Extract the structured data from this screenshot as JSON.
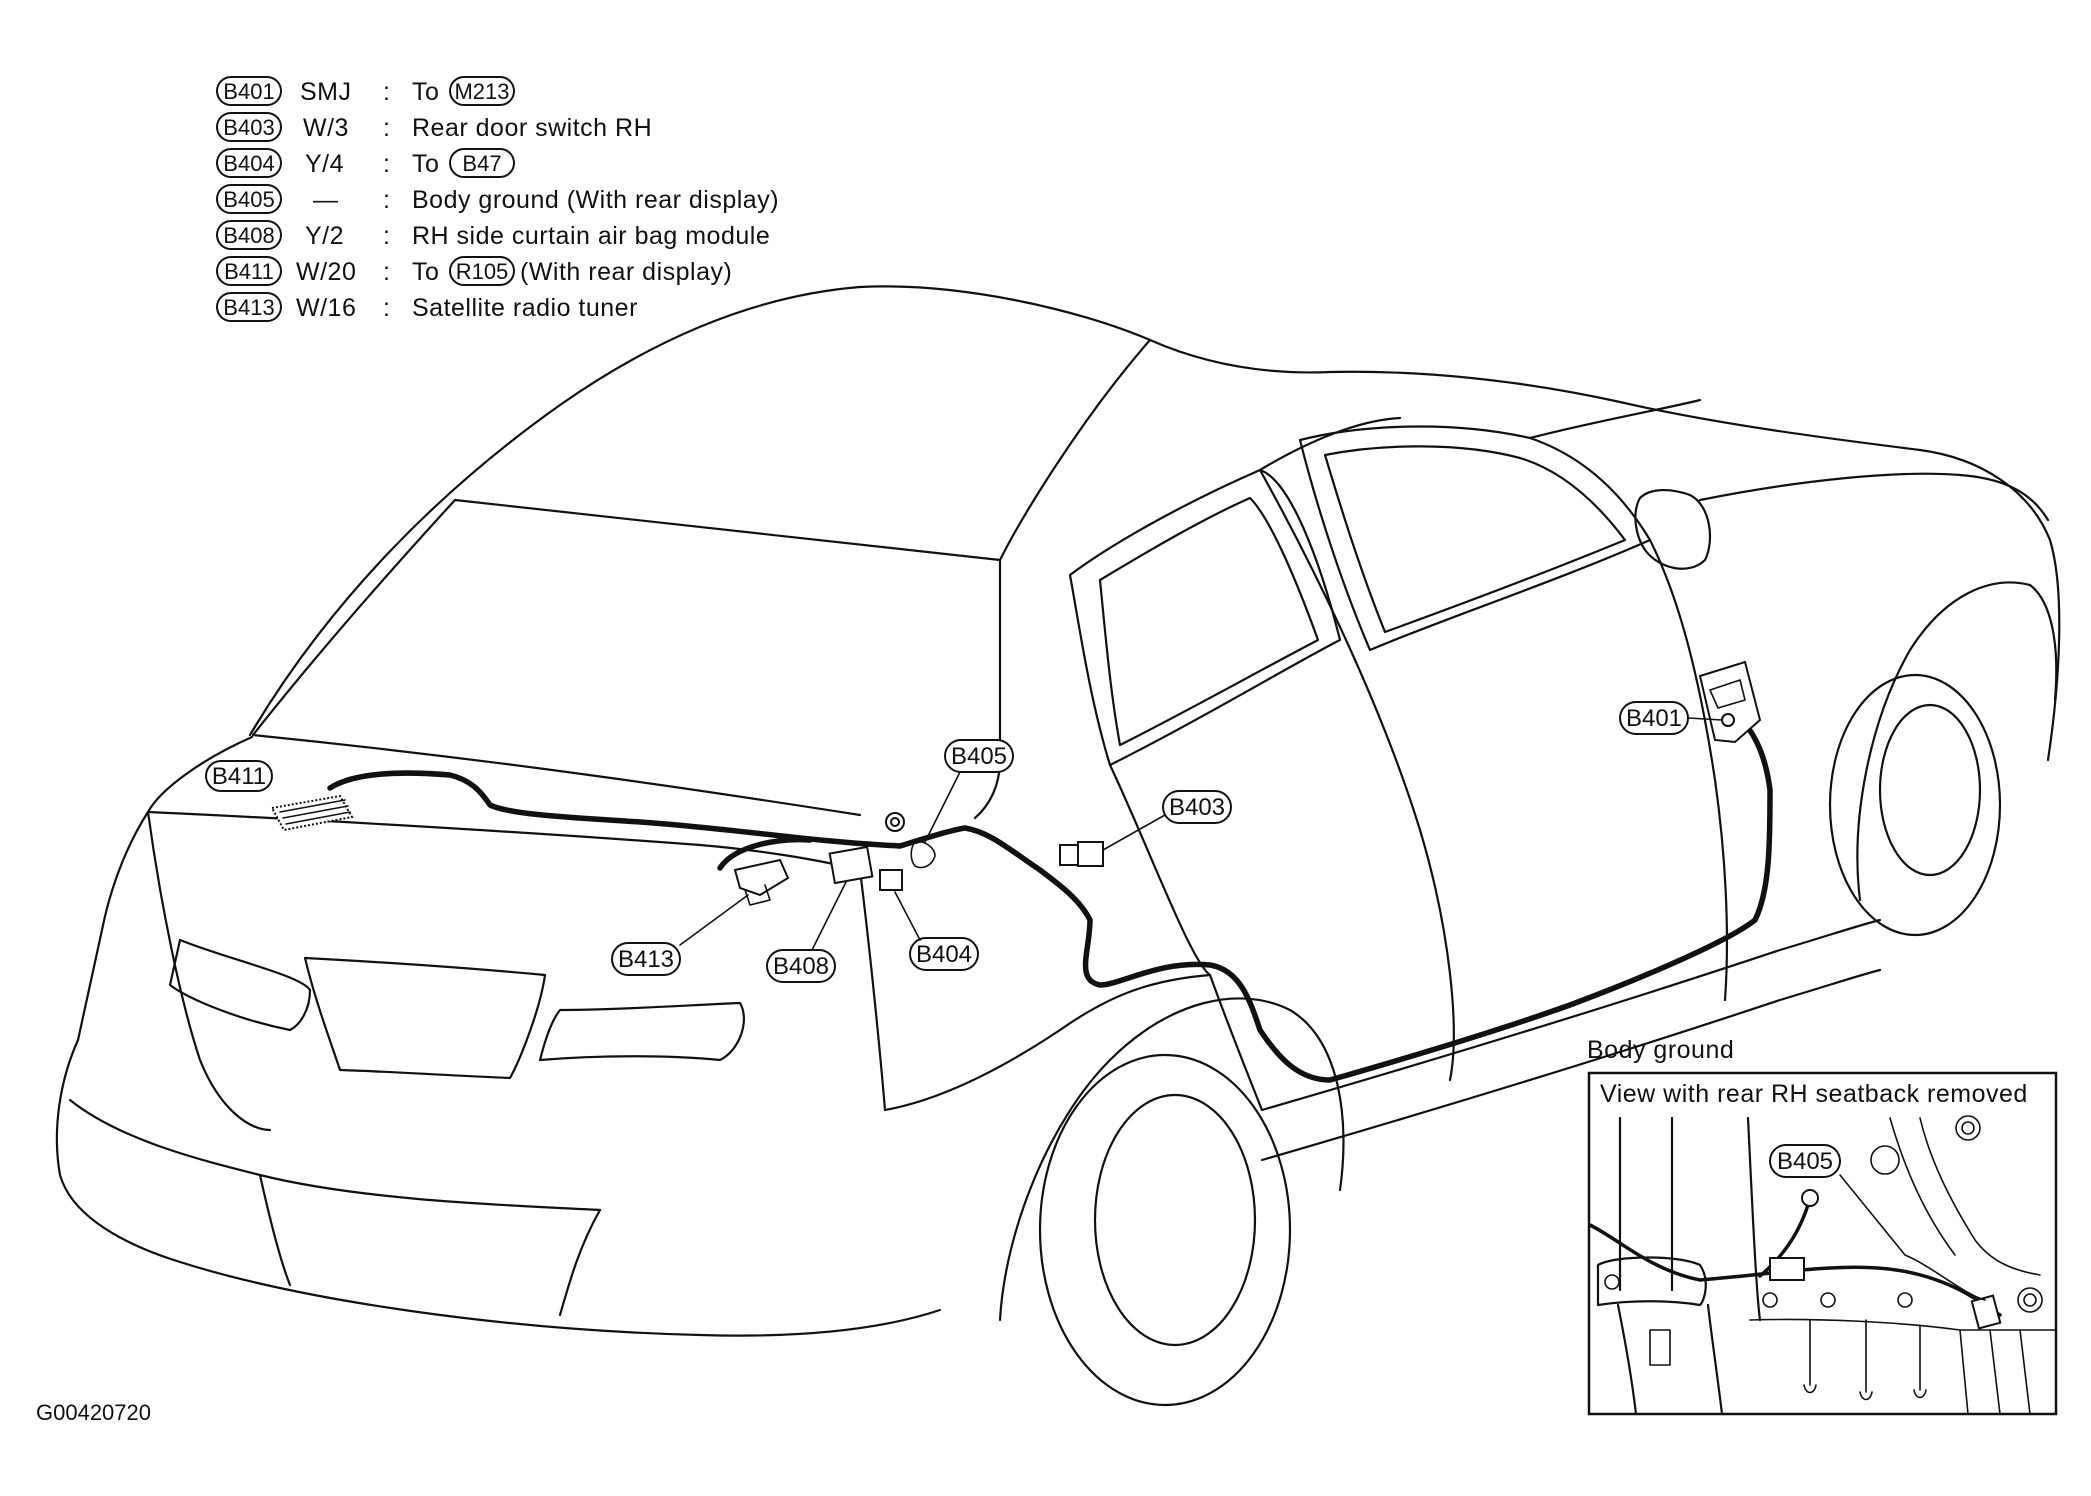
{
  "legend": {
    "rows": [
      {
        "code": "B401",
        "spec": "SMJ",
        "colon": ":",
        "desc": "To",
        "ref": "M213",
        "suffix": ""
      },
      {
        "code": "B403",
        "spec": "W/3",
        "colon": ":",
        "desc": "Rear door switch RH",
        "ref": "",
        "suffix": ""
      },
      {
        "code": "B404",
        "spec": "Y/4",
        "colon": ":",
        "desc": "To",
        "ref": "B47",
        "suffix": ""
      },
      {
        "code": "B405",
        "spec": "—",
        "colon": ":",
        "desc": "Body ground (With rear display)",
        "ref": "",
        "suffix": ""
      },
      {
        "code": "B408",
        "spec": "Y/2",
        "colon": ":",
        "desc": "RH side curtain air bag module",
        "ref": "",
        "suffix": ""
      },
      {
        "code": "B411",
        "spec": "W/20",
        "colon": ":",
        "desc": "To",
        "ref": "R105",
        "suffix": "(With rear display)"
      },
      {
        "code": "B413",
        "spec": "W/16",
        "colon": ":",
        "desc": "Satellite radio tuner",
        "ref": "",
        "suffix": ""
      }
    ]
  },
  "callouts": {
    "b401": "B401",
    "b403": "B403",
    "b404": "B404",
    "b405": "B405",
    "b408": "B408",
    "b411": "B411",
    "b413": "B413"
  },
  "inset": {
    "heading": "Body ground",
    "caption": "View with rear RH seatback removed",
    "callout": "B405"
  },
  "figure_id": "G00420720"
}
